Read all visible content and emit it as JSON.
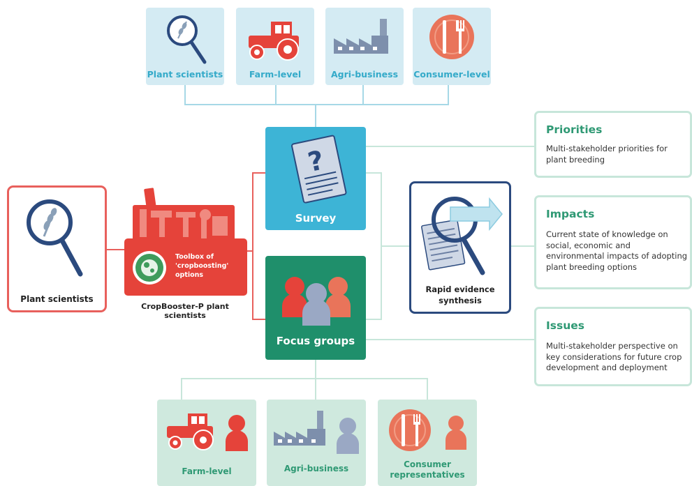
{
  "top_row": [
    {
      "label": "Plant scientists",
      "icon": "magnifier-wheat-icon"
    },
    {
      "label": "Farm-level",
      "icon": "tractor-icon"
    },
    {
      "label": "Agri-business",
      "icon": "factory-icon"
    },
    {
      "label": "Consumer-level",
      "icon": "plate-cutlery-icon"
    }
  ],
  "left_panel": {
    "label": "Plant scientists",
    "icon": "magnifier-wheat-icon"
  },
  "toolbox": {
    "text": "Toolbox of 'cropboosting' options",
    "caption": "CropBooster-P plant scientists",
    "icon": "toolbox-icon"
  },
  "survey": {
    "label": "Survey",
    "icon": "survey-document-icon"
  },
  "focus_groups": {
    "label": "Focus groups",
    "icon": "people-group-icon"
  },
  "rapid_evidence": {
    "label": "Rapid evidence synthesis",
    "icon": "document-magnifier-arrow-icon"
  },
  "outcomes": [
    {
      "title": "Priorities",
      "desc": "Multi-stakeholder priorities for plant breeding"
    },
    {
      "title": "Impacts",
      "desc": "Current state of knowledge on social, economic and environmental impacts of adopting plant breeding options"
    },
    {
      "title": "Issues",
      "desc": "Multi-stakeholder perspective on key considerations for future crop development and deployment"
    }
  ],
  "bottom_row": [
    {
      "label": "Farm-level",
      "icon": "tractor-person-icon"
    },
    {
      "label": "Agri-business",
      "icon": "factory-person-icon"
    },
    {
      "label": "Consumer representatives",
      "icon": "plate-person-icon"
    }
  ],
  "colors": {
    "top_box_bg": "#d4ebf3",
    "top_label": "#34aac9",
    "survey_bg": "#3db4d6",
    "focus_bg": "#1f8f6b",
    "outcome_title": "#2f9974",
    "outcome_border": "#c7e6da",
    "plant_scientist_border": "#e8605c",
    "toolbox_red": "#e5433a",
    "rapid_border": "#2b4a7e",
    "bottom_box_bg": "#cfe9de",
    "bottom_label": "#2f9974"
  }
}
